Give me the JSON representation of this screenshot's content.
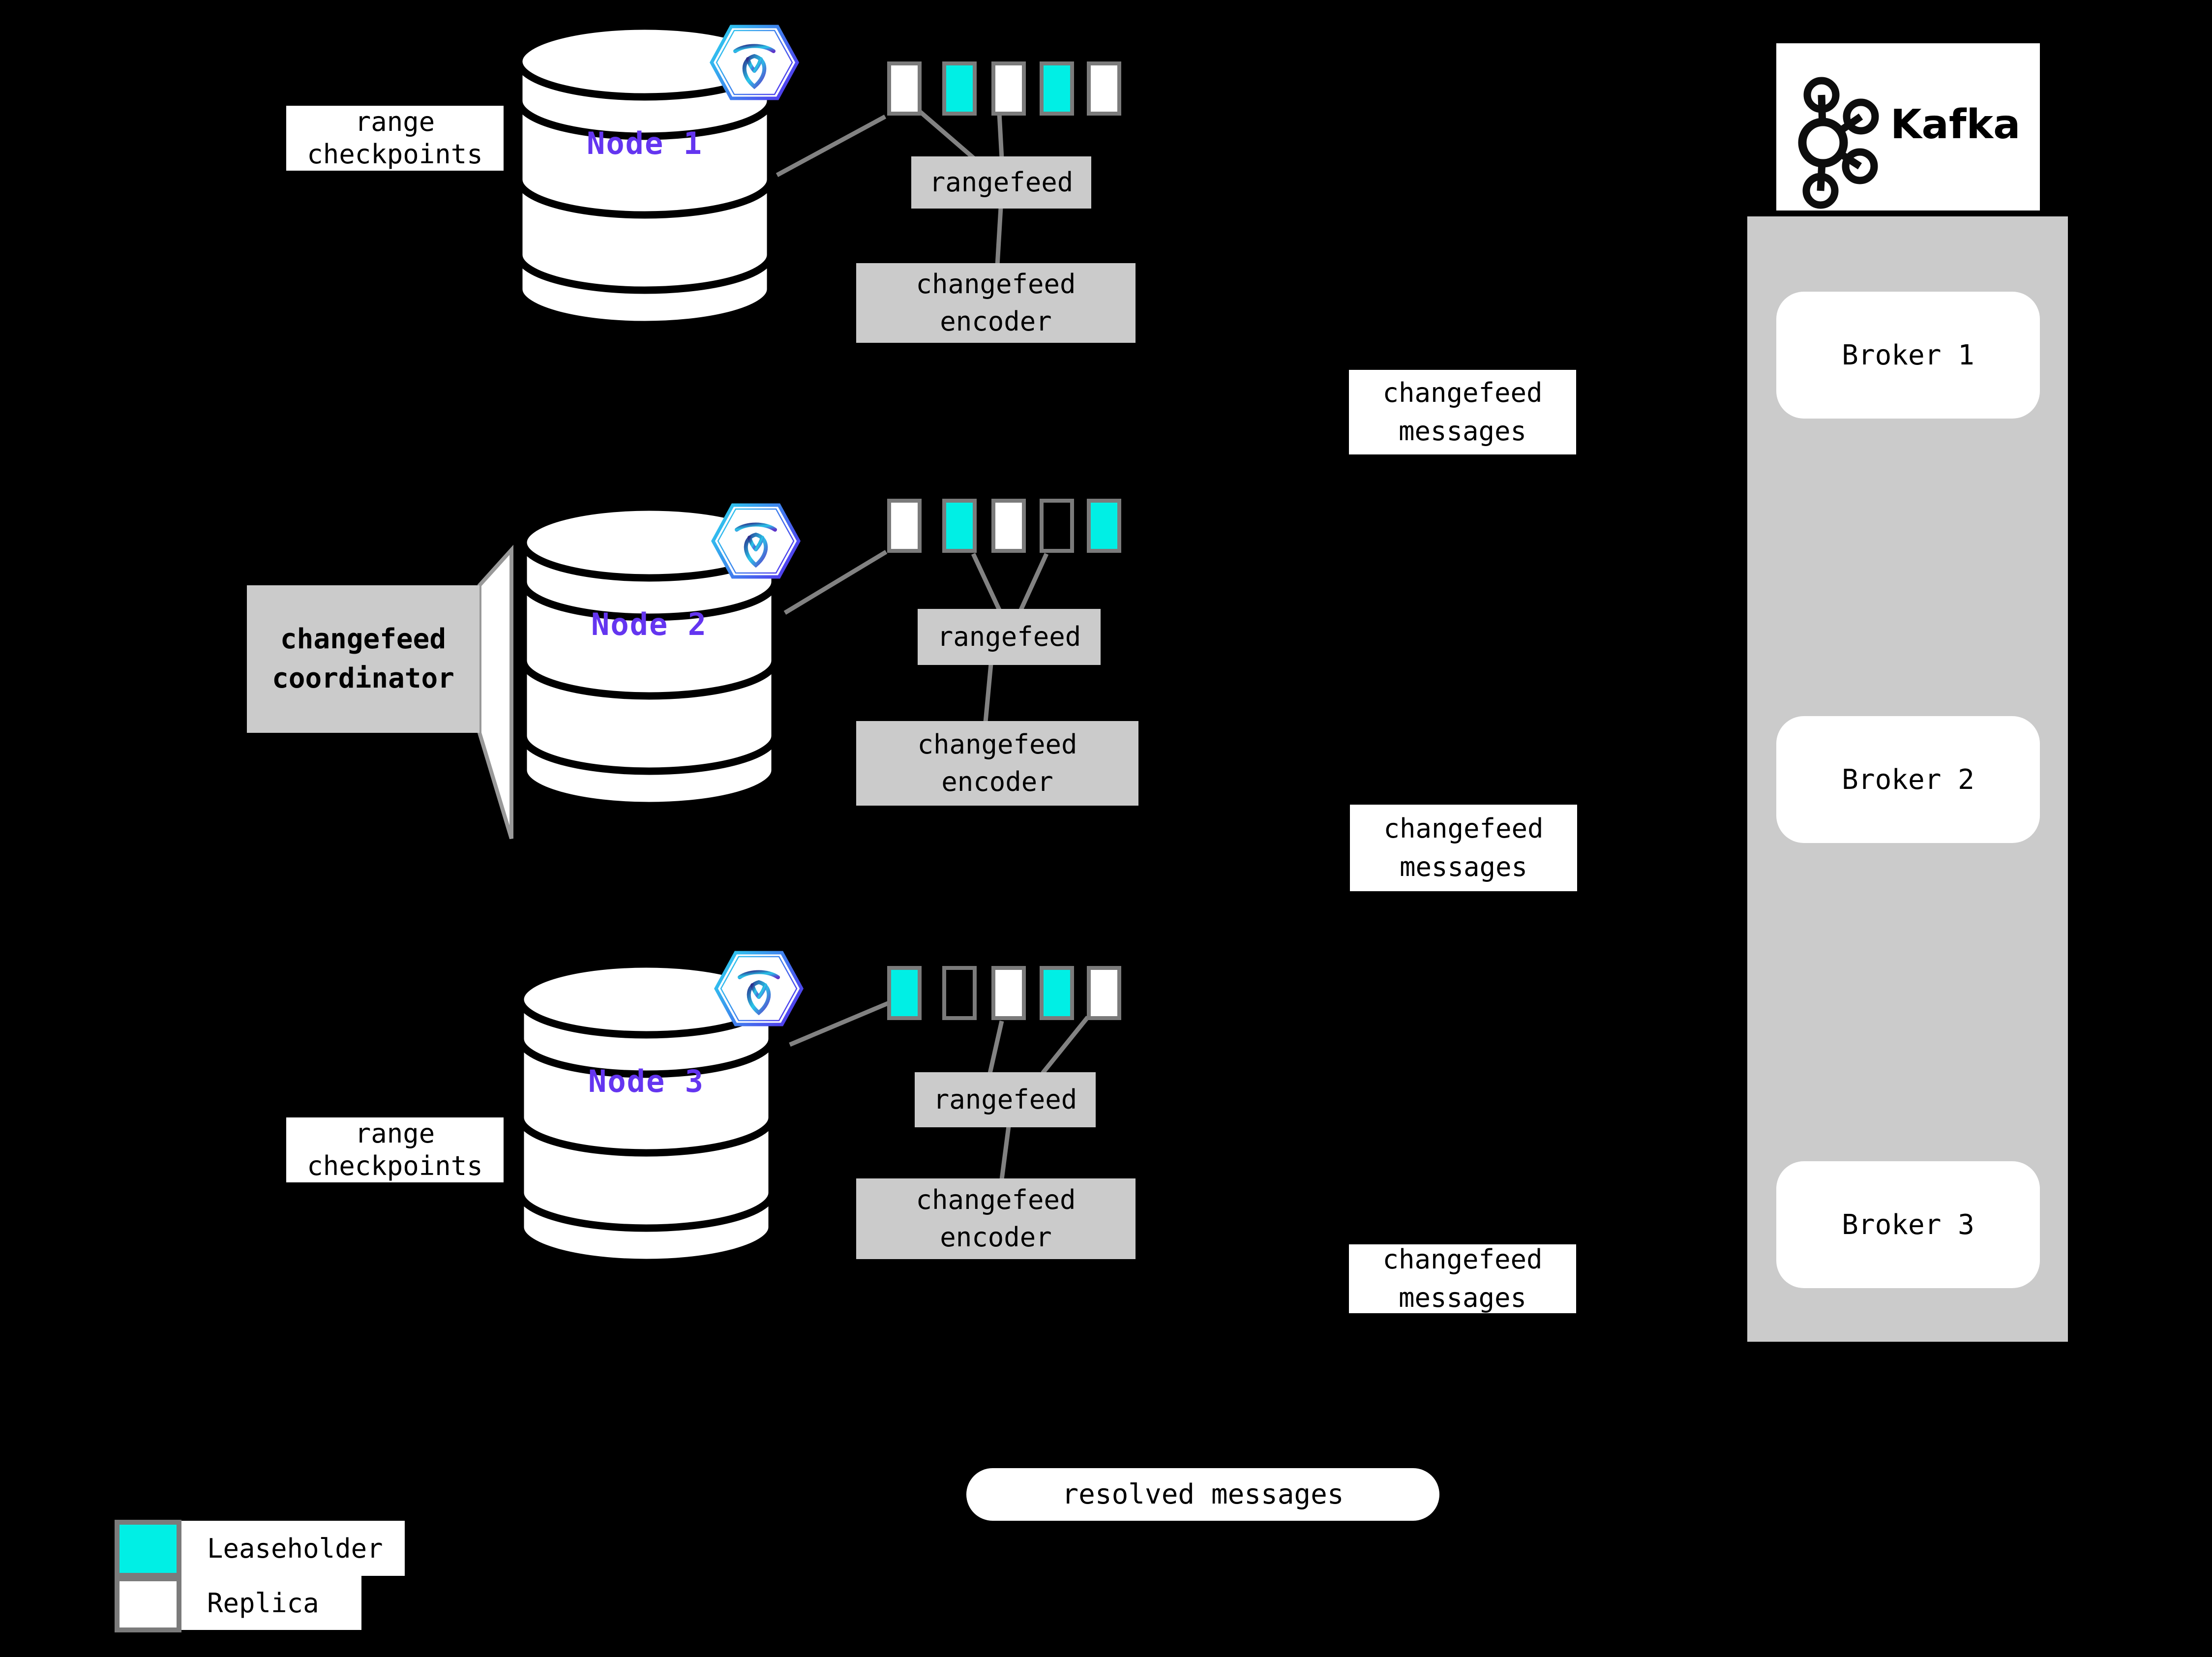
{
  "colors": {
    "background": "#000000",
    "leaseholder": "#00efe5",
    "replica": "#ffffff",
    "box_gray": "#cbcbcb",
    "line_gray": "#828282",
    "node_label": "#6435f0",
    "hex_gradient_start": "#2ad9ee",
    "hex_gradient_end": "#4f43ee"
  },
  "nodes": [
    {
      "label": "Node 1",
      "range_checkpoints": "range\ncheckpoints",
      "rangefeed_label": "rangefeed",
      "encoder_label": "changefeed\nencoder",
      "messages_label": "changefeed\nmessages",
      "ranges": [
        "replica",
        "leaseholder",
        "replica",
        "leaseholder",
        "replica"
      ]
    },
    {
      "label": "Node 2",
      "coordinator_label": "changefeed\ncoordinator",
      "rangefeed_label": "rangefeed",
      "encoder_label": "changefeed\nencoder",
      "messages_label": "changefeed\nmessages",
      "ranges": [
        "replica",
        "leaseholder",
        "replica",
        "outline",
        "leaseholder"
      ]
    },
    {
      "label": "Node 3",
      "range_checkpoints": "range\ncheckpoints",
      "rangefeed_label": "rangefeed",
      "encoder_label": "changefeed\nencoder",
      "messages_label": "changefeed\nmessages",
      "ranges": [
        "leaseholder",
        "outline",
        "replica",
        "leaseholder",
        "replica"
      ]
    }
  ],
  "kafka": {
    "brand": "Kafka",
    "brokers": [
      {
        "label": "Broker 1"
      },
      {
        "label": "Broker 2"
      },
      {
        "label": "Broker 3"
      }
    ]
  },
  "resolved_messages_label": "resolved messages",
  "legend": {
    "items": [
      {
        "kind": "leaseholder",
        "label": "Leaseholder"
      },
      {
        "kind": "replica",
        "label": "Replica"
      }
    ]
  }
}
